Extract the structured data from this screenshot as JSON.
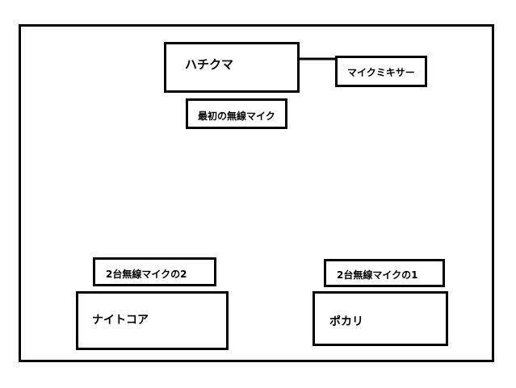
{
  "nodes": {
    "hachikuma": "ハチクマ",
    "mixer": "マイクミキサー",
    "first_mic": "最初の無線マイク",
    "mic2_label": "2台無線マイクの2",
    "mic1_label": "2台無線マイクの1",
    "nightcore": "ナイトコア",
    "pocari": "ポカリ"
  }
}
